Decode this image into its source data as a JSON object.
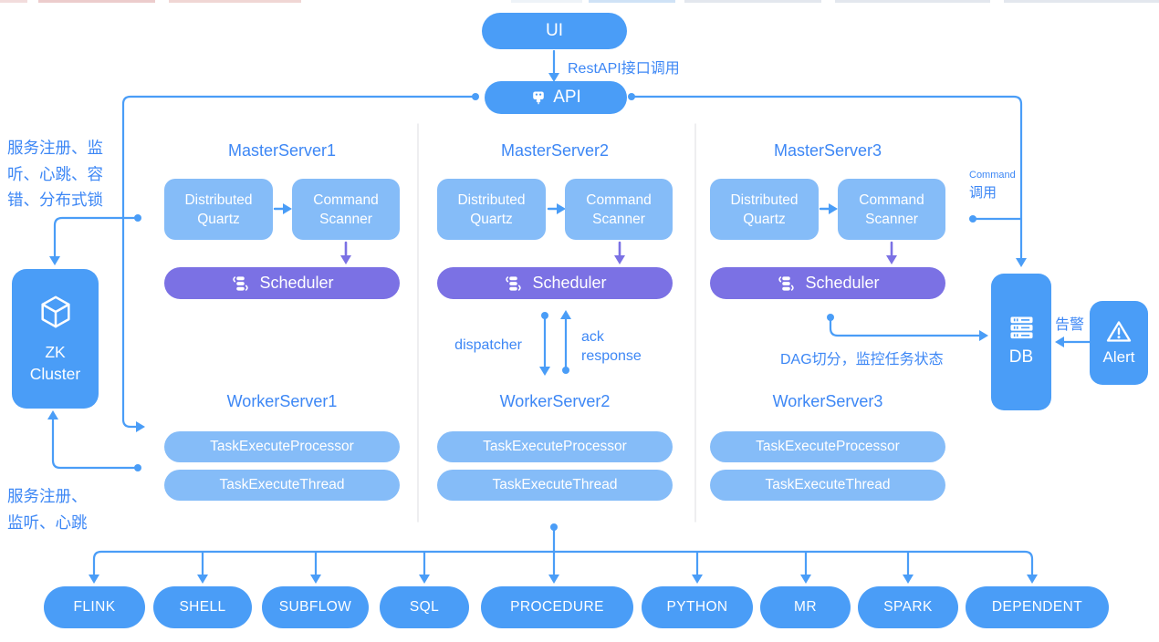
{
  "colors": {
    "primary_blue": "#4a9df7",
    "light_blue": "#85bcf8",
    "scheduler_purple": "#7b71e4",
    "label_blue": "#3d87f5",
    "divider_gray": "#e8e9ec"
  },
  "top": {
    "ui_label": "UI",
    "rest_api_call_label": "RestAPI接口调用",
    "api_label": "API"
  },
  "left_panel": {
    "register_label_line1": "服务注册、监",
    "register_label_line2": "听、心跳、容",
    "register_label_line3": "错、分布式锁",
    "zk_line1": "ZK",
    "zk_line2": "Cluster",
    "worker_register_line1": "服务注册、",
    "worker_register_line2": "监听、心跳"
  },
  "masters": [
    {
      "title": "MasterServer1",
      "quartz_line1": "Distributed",
      "quartz_line2": "Quartz",
      "scanner_line1": "Command",
      "scanner_line2": "Scanner",
      "scheduler_label": "Scheduler"
    },
    {
      "title": "MasterServer2",
      "quartz_line1": "Distributed",
      "quartz_line2": "Quartz",
      "scanner_line1": "Command",
      "scanner_line2": "Scanner",
      "scheduler_label": "Scheduler"
    },
    {
      "title": "MasterServer3",
      "quartz_line1": "Distributed",
      "quartz_line2": "Quartz",
      "scanner_line1": "Command",
      "scanner_line2": "Scanner",
      "scheduler_label": "Scheduler"
    }
  ],
  "workers": [
    {
      "title": "WorkerServer1",
      "processor_label": "TaskExecuteProcessor",
      "thread_label": "TaskExecuteThread"
    },
    {
      "title": "WorkerServer2",
      "processor_label": "TaskExecuteProcessor",
      "thread_label": "TaskExecuteThread"
    },
    {
      "title": "WorkerServer3",
      "processor_label": "TaskExecuteProcessor",
      "thread_label": "TaskExecuteThread"
    }
  ],
  "flow_labels": {
    "dispatcher": "dispatcher",
    "ack_line1": "ack",
    "ack_line2": "response",
    "dag_label": "DAG切分，监控任务状态",
    "command_line1": "Command",
    "command_line2": "调用",
    "alert_trigger": "告警"
  },
  "db_label": "DB",
  "alert_label": "Alert",
  "bottom_tasks": [
    "FLINK",
    "SHELL",
    "SUBFLOW",
    "SQL",
    "PROCEDURE",
    "PYTHON",
    "MR",
    "SPARK",
    "DEPENDENT"
  ],
  "icons": {
    "api": "plug-icon",
    "scheduler": "queue-icon",
    "zk": "cube-icon",
    "db": "server-db-icon",
    "alert": "warning-triangle-icon"
  }
}
